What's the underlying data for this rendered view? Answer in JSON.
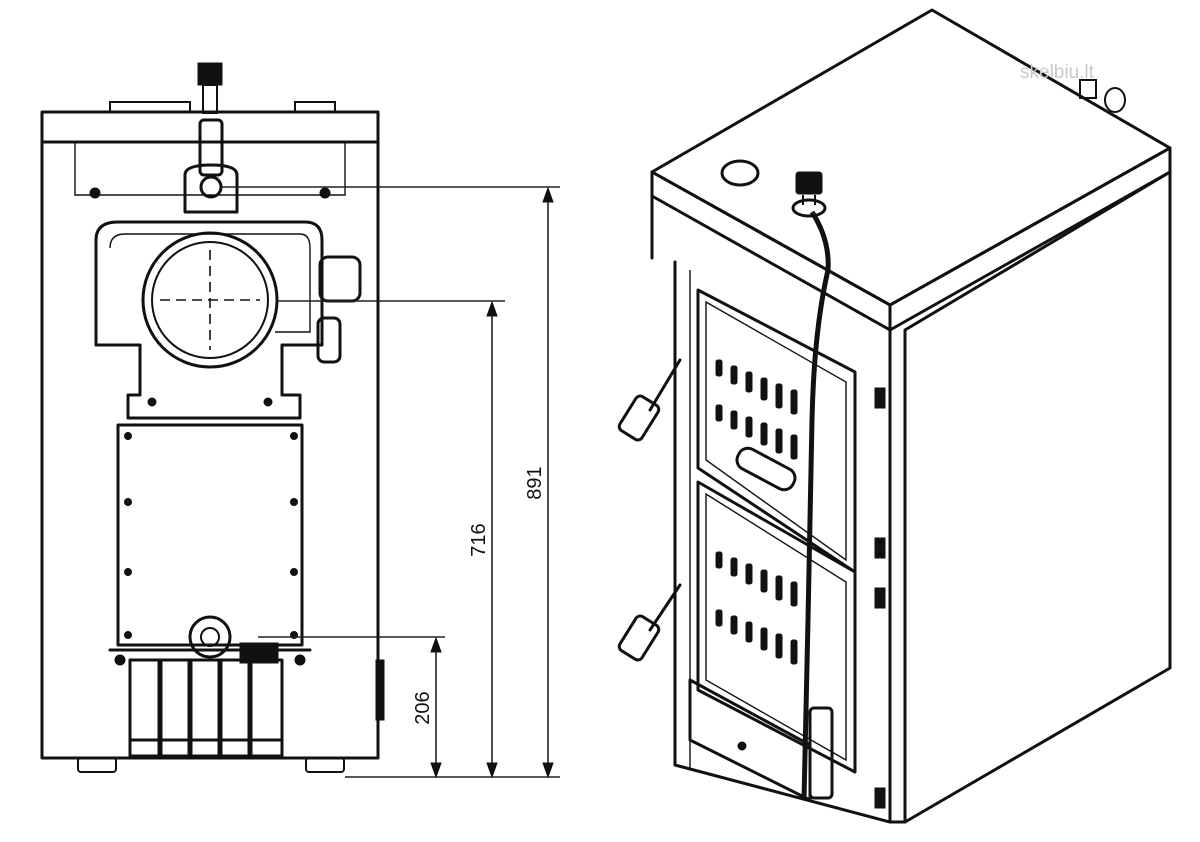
{
  "dimensions": {
    "total_height": "891",
    "flue_height": "716",
    "return_height": "206"
  },
  "watermark": "skelbiu.lt"
}
